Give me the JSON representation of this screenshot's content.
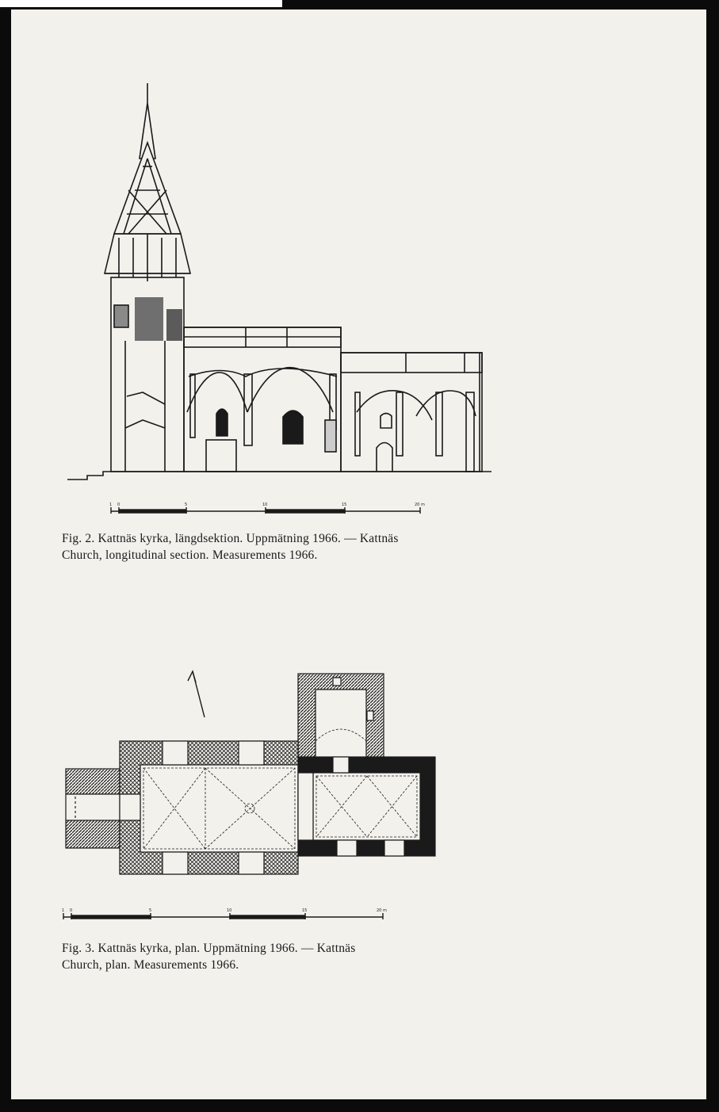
{
  "figures": [
    {
      "id": "fig2",
      "caption_line1": "Fig. 2. Kattnäs kyrka, längdsektion. Uppmätning 1966. — Kattnäs",
      "caption_line2": "Church, longitudinal section. Measurements 1966.",
      "scale_ticks": [
        "1",
        "0",
        "5",
        "10",
        "15",
        "20 m"
      ]
    },
    {
      "id": "fig3",
      "caption_line1": "Fig. 3. Kattnäs kyrka, plan. Uppmätning 1966. — Kattnäs",
      "caption_line2": "Church, plan. Measurements 1966.",
      "scale_ticks": [
        "1",
        "0",
        "5",
        "10",
        "15",
        "20 m"
      ]
    }
  ]
}
